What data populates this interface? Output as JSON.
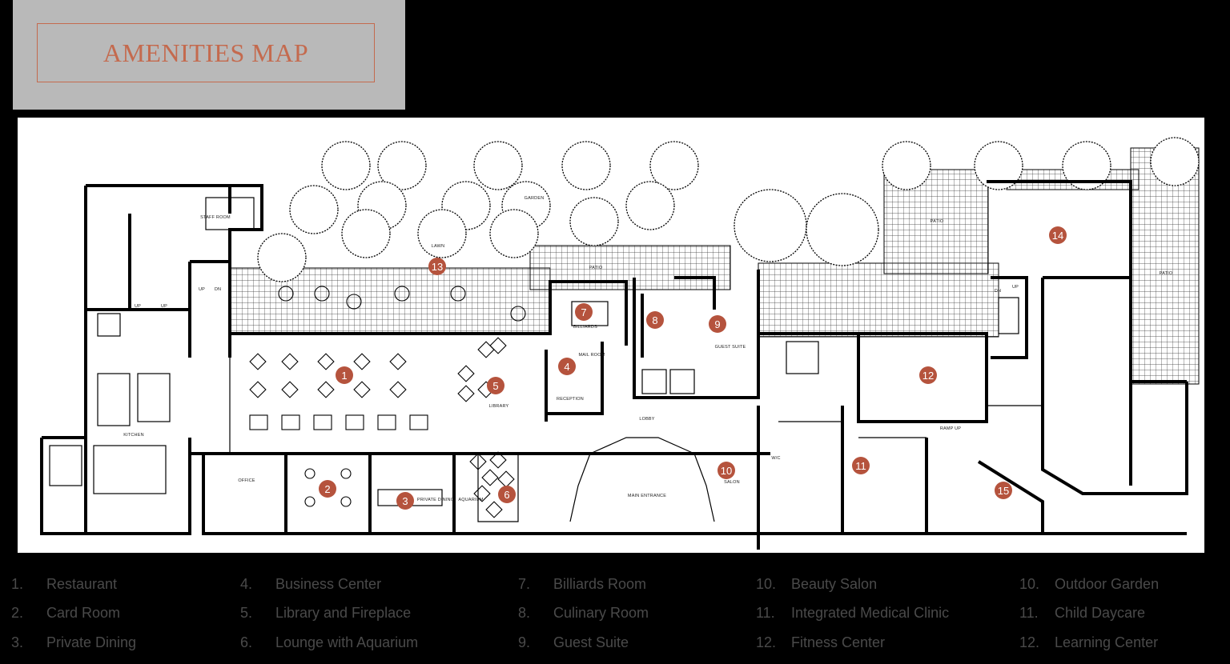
{
  "title": "AMENITIES MAP",
  "accent_color": "#b5533d",
  "room_labels": {
    "garden": "GARDEN",
    "lawn": "LAWN",
    "patio_north": "PATIO",
    "patio_ne": "PATIO",
    "patio_e": "PATIO",
    "staff_room": "STAFF ROOM",
    "up_1": "UP",
    "dn_1": "DN",
    "up_2": "UP",
    "up_3": "UP",
    "up_4": "UP",
    "dn_2": "DN",
    "kitchen": "KITCHEN",
    "office": "OFFICE",
    "billiards": "BILLIARDS",
    "guest_suite": "GUEST SUITE",
    "mail_room": "MAIL ROOM",
    "reception": "RECEPTION",
    "library": "LIBRARY",
    "lobby": "LOBBY",
    "main_entrance": "MAIN ENTRANCE",
    "private_dining": "PRIVATE DINING",
    "aquarium": "AQUARIUM",
    "salon": "SALON",
    "wc": "W/C",
    "ramp_up": "RAMP UP"
  },
  "markers": [
    "1",
    "2",
    "3",
    "4",
    "5",
    "6",
    "7",
    "8",
    "9",
    "10",
    "11",
    "12",
    "13",
    "14",
    "15"
  ],
  "legend": {
    "columns": [
      [
        {
          "num": "1.",
          "label": "Restaurant"
        },
        {
          "num": "2.",
          "label": "Card Room"
        },
        {
          "num": "3.",
          "label": "Private Dining"
        }
      ],
      [
        {
          "num": "4.",
          "label": "Business Center"
        },
        {
          "num": "5.",
          "label": "Library and Fireplace"
        },
        {
          "num": "6.",
          "label": "Lounge with Aquarium"
        }
      ],
      [
        {
          "num": "7.",
          "label": "Billiards Room"
        },
        {
          "num": "8.",
          "label": "Culinary Room"
        },
        {
          "num": "9.",
          "label": "Guest Suite"
        }
      ],
      [
        {
          "num": "10.",
          "label": "Beauty Salon"
        },
        {
          "num": "11.",
          "label": "Integrated Medical Clinic"
        },
        {
          "num": "12.",
          "label": "Fitness Center"
        }
      ],
      [
        {
          "num": "10.",
          "label": "Outdoor Garden"
        },
        {
          "num": "11.",
          "label": "Child Daycare"
        },
        {
          "num": "12.",
          "label": "Learning Center"
        }
      ]
    ]
  }
}
